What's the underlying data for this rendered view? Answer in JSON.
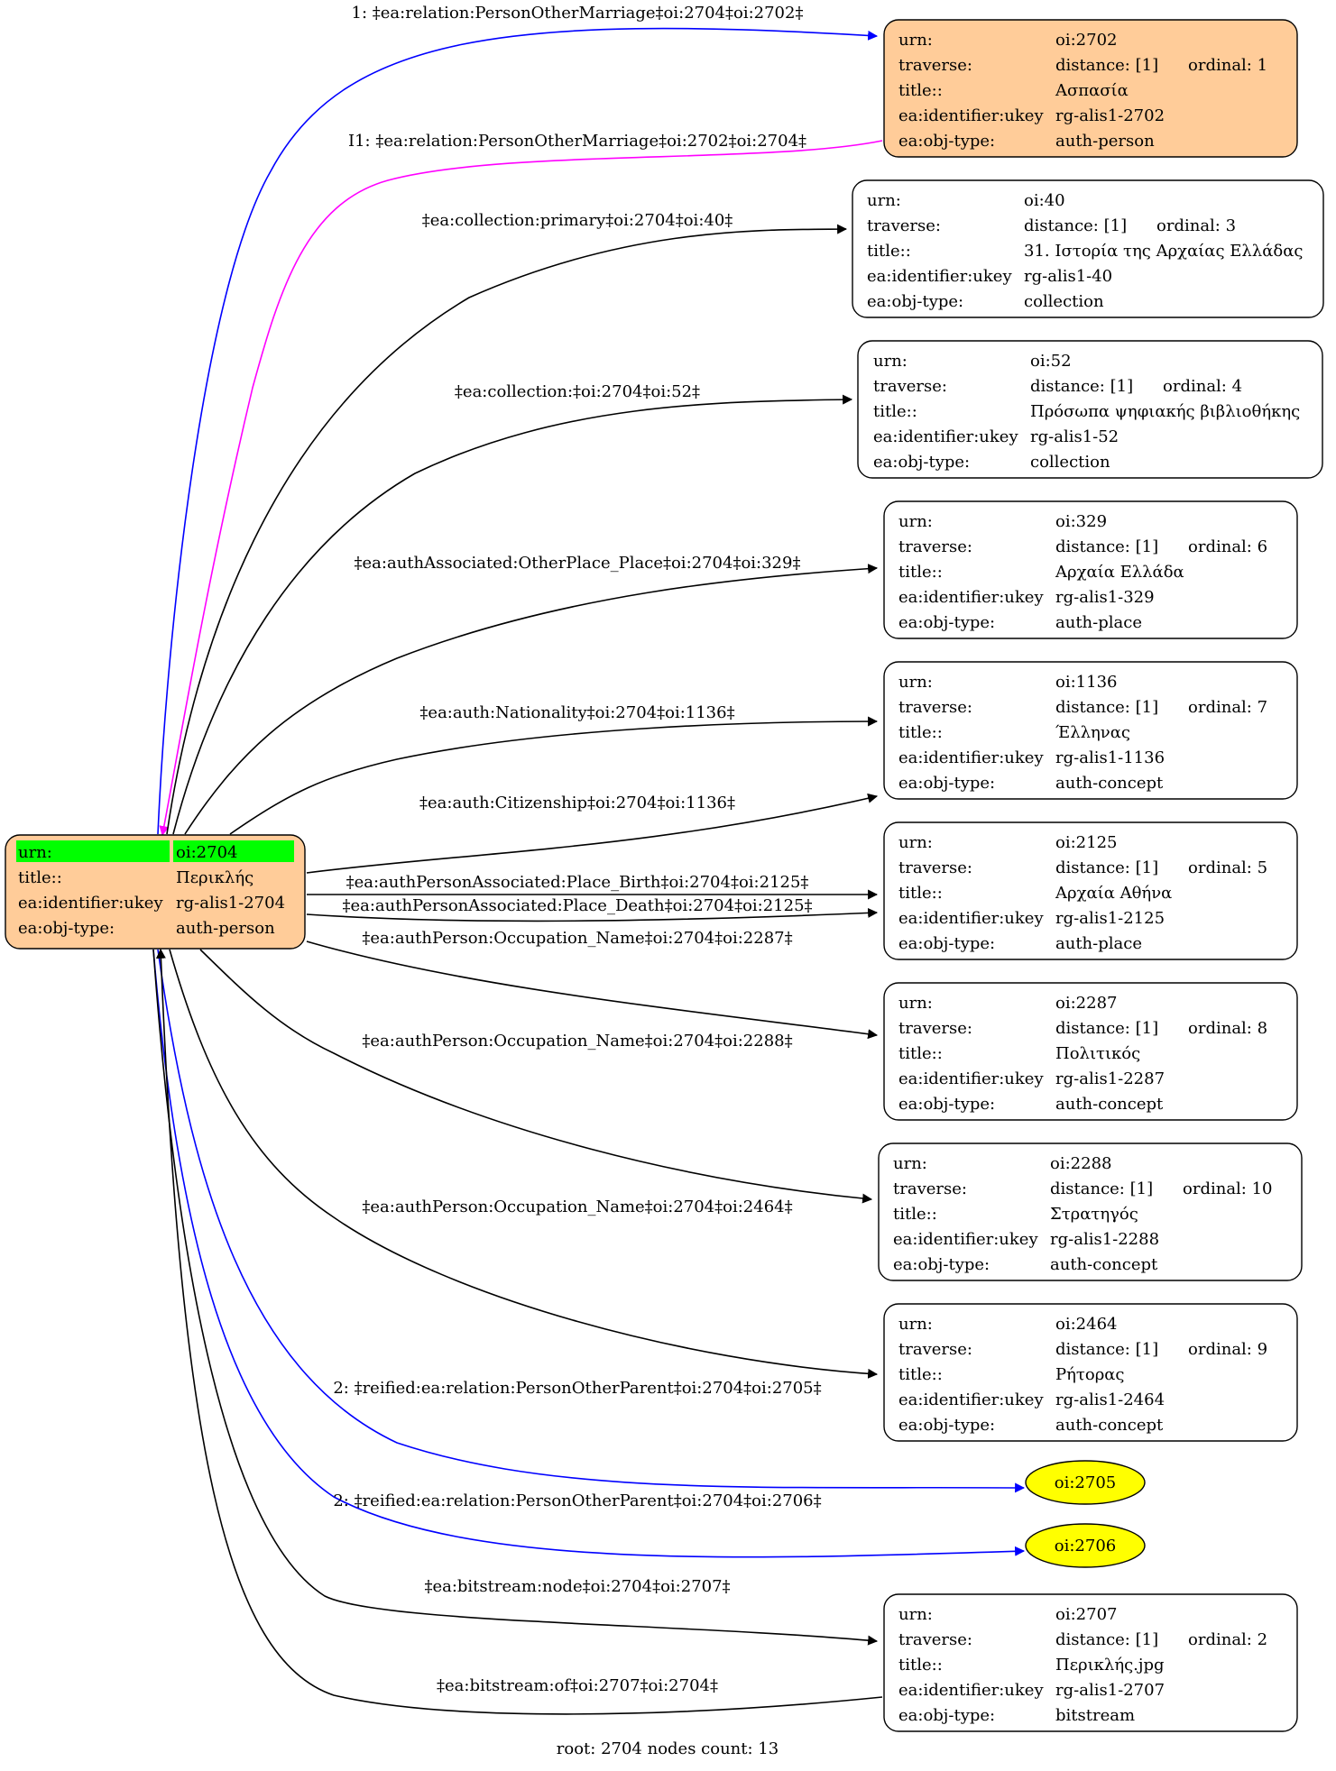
{
  "root_node": {
    "fill": "#FFCC99",
    "highlight": "#00FF00",
    "rows": [
      {
        "key": "urn:",
        "val": "oi:2704"
      },
      {
        "key": "title::",
        "val": "Περικλής"
      },
      {
        "key": "ea:identifier:ukey",
        "val": "rg-alis1-2704"
      },
      {
        "key": "ea:obj-type:",
        "val": "auth-person"
      }
    ]
  },
  "nodes": [
    {
      "id": "oi:2702",
      "fill": "#FFCC99",
      "rows": [
        {
          "key": "urn:",
          "val": "oi:2702"
        },
        {
          "key": "traverse:",
          "val": "distance: [1]",
          "extra": "ordinal: 1"
        },
        {
          "key": "title::",
          "val": "Ασπασία"
        },
        {
          "key": "ea:identifier:ukey",
          "val": "rg-alis1-2702"
        },
        {
          "key": "ea:obj-type:",
          "val": "auth-person"
        }
      ]
    },
    {
      "id": "oi:40",
      "fill": "#FFFFFF",
      "rows": [
        {
          "key": "urn:",
          "val": "oi:40"
        },
        {
          "key": "traverse:",
          "val": "distance: [1]",
          "extra": "ordinal: 3"
        },
        {
          "key": "title::",
          "val": "31. Ιστορία της Αρχαίας Ελλάδας"
        },
        {
          "key": "ea:identifier:ukey",
          "val": "rg-alis1-40"
        },
        {
          "key": "ea:obj-type:",
          "val": "collection"
        }
      ]
    },
    {
      "id": "oi:52",
      "fill": "#FFFFFF",
      "rows": [
        {
          "key": "urn:",
          "val": "oi:52"
        },
        {
          "key": "traverse:",
          "val": "distance: [1]",
          "extra": "ordinal: 4"
        },
        {
          "key": "title::",
          "val": "Πρόσωπα ψηφιακής βιβλιοθήκης"
        },
        {
          "key": "ea:identifier:ukey",
          "val": "rg-alis1-52"
        },
        {
          "key": "ea:obj-type:",
          "val": "collection"
        }
      ]
    },
    {
      "id": "oi:329",
      "fill": "#FFFFFF",
      "rows": [
        {
          "key": "urn:",
          "val": "oi:329"
        },
        {
          "key": "traverse:",
          "val": "distance: [1]",
          "extra": "ordinal: 6"
        },
        {
          "key": "title::",
          "val": "Αρχαία Ελλάδα"
        },
        {
          "key": "ea:identifier:ukey",
          "val": "rg-alis1-329"
        },
        {
          "key": "ea:obj-type:",
          "val": "auth-place"
        }
      ]
    },
    {
      "id": "oi:1136",
      "fill": "#FFFFFF",
      "rows": [
        {
          "key": "urn:",
          "val": "oi:1136"
        },
        {
          "key": "traverse:",
          "val": "distance: [1]",
          "extra": "ordinal: 7"
        },
        {
          "key": "title::",
          "val": "Έλληνας"
        },
        {
          "key": "ea:identifier:ukey",
          "val": "rg-alis1-1136"
        },
        {
          "key": "ea:obj-type:",
          "val": "auth-concept"
        }
      ]
    },
    {
      "id": "oi:2125",
      "fill": "#FFFFFF",
      "rows": [
        {
          "key": "urn:",
          "val": "oi:2125"
        },
        {
          "key": "traverse:",
          "val": "distance: [1]",
          "extra": "ordinal: 5"
        },
        {
          "key": "title::",
          "val": "Αρχαία Αθήνα"
        },
        {
          "key": "ea:identifier:ukey",
          "val": "rg-alis1-2125"
        },
        {
          "key": "ea:obj-type:",
          "val": "auth-place"
        }
      ]
    },
    {
      "id": "oi:2287",
      "fill": "#FFFFFF",
      "rows": [
        {
          "key": "urn:",
          "val": "oi:2287"
        },
        {
          "key": "traverse:",
          "val": "distance: [1]",
          "extra": "ordinal: 8"
        },
        {
          "key": "title::",
          "val": "Πολιτικός"
        },
        {
          "key": "ea:identifier:ukey",
          "val": "rg-alis1-2287"
        },
        {
          "key": "ea:obj-type:",
          "val": "auth-concept"
        }
      ]
    },
    {
      "id": "oi:2288",
      "fill": "#FFFFFF",
      "rows": [
        {
          "key": "urn:",
          "val": "oi:2288"
        },
        {
          "key": "traverse:",
          "val": "distance: [1]",
          "extra": "ordinal: 10"
        },
        {
          "key": "title::",
          "val": "Στρατηγός"
        },
        {
          "key": "ea:identifier:ukey",
          "val": "rg-alis1-2288"
        },
        {
          "key": "ea:obj-type:",
          "val": "auth-concept"
        }
      ]
    },
    {
      "id": "oi:2464",
      "fill": "#FFFFFF",
      "rows": [
        {
          "key": "urn:",
          "val": "oi:2464"
        },
        {
          "key": "traverse:",
          "val": "distance: [1]",
          "extra": "ordinal: 9"
        },
        {
          "key": "title::",
          "val": "Ρήτορας"
        },
        {
          "key": "ea:identifier:ukey",
          "val": "rg-alis1-2464"
        },
        {
          "key": "ea:obj-type:",
          "val": "auth-concept"
        }
      ]
    },
    {
      "id": "oi:2707",
      "fill": "#FFFFFF",
      "rows": [
        {
          "key": "urn:",
          "val": "oi:2707"
        },
        {
          "key": "traverse:",
          "val": "distance: [1]",
          "extra": "ordinal: 2"
        },
        {
          "key": "title::",
          "val": "Περικλής.jpg"
        },
        {
          "key": "ea:identifier:ukey",
          "val": "rg-alis1-2707"
        },
        {
          "key": "ea:obj-type:",
          "val": "bitstream"
        }
      ]
    }
  ],
  "ellipse_nodes": [
    {
      "id": "oi:2705",
      "label": "oi:2705",
      "fill": "#FFFF00"
    },
    {
      "id": "oi:2706",
      "label": "oi:2706",
      "fill": "#FFFF00"
    }
  ],
  "edges": [
    {
      "label": "1: ‡ea:relation:PersonOtherMarriage‡oi:2704‡oi:2702‡",
      "color": "#0000FF"
    },
    {
      "label": "I1: ‡ea:relation:PersonOtherMarriage‡oi:2702‡oi:2704‡",
      "color": "#FF00FF"
    },
    {
      "label": "‡ea:collection:primary‡oi:2704‡oi:40‡",
      "color": "#000000"
    },
    {
      "label": "‡ea:collection:‡oi:2704‡oi:52‡",
      "color": "#000000"
    },
    {
      "label": "‡ea:authAssociated:OtherPlace_Place‡oi:2704‡oi:329‡",
      "color": "#000000"
    },
    {
      "label": "‡ea:auth:Nationality‡oi:2704‡oi:1136‡",
      "color": "#000000"
    },
    {
      "label": "‡ea:auth:Citizenship‡oi:2704‡oi:1136‡",
      "color": "#000000"
    },
    {
      "label": "‡ea:authPersonAssociated:Place_Birth‡oi:2704‡oi:2125‡",
      "color": "#000000"
    },
    {
      "label": "‡ea:authPersonAssociated:Place_Death‡oi:2704‡oi:2125‡",
      "color": "#000000"
    },
    {
      "label": "‡ea:authPerson:Occupation_Name‡oi:2704‡oi:2287‡",
      "color": "#000000"
    },
    {
      "label": "‡ea:authPerson:Occupation_Name‡oi:2704‡oi:2288‡",
      "color": "#000000"
    },
    {
      "label": "‡ea:authPerson:Occupation_Name‡oi:2704‡oi:2464‡",
      "color": "#000000"
    },
    {
      "label": "2: ‡reified:ea:relation:PersonOtherParent‡oi:2704‡oi:2705‡",
      "color": "#0000FF"
    },
    {
      "label": "2: ‡reified:ea:relation:PersonOtherParent‡oi:2704‡oi:2706‡",
      "color": "#0000FF"
    },
    {
      "label": "‡ea:bitstream:node‡oi:2704‡oi:2707‡",
      "color": "#000000"
    },
    {
      "label": "‡ea:bitstream:of‡oi:2707‡oi:2704‡",
      "color": "#000000"
    }
  ],
  "footer": "root: 2704 nodes count: 13"
}
